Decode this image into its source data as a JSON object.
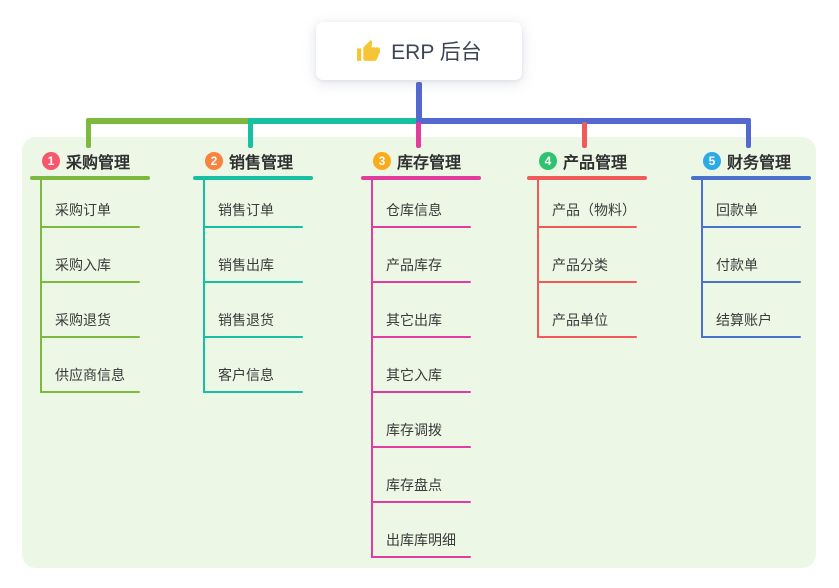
{
  "root": {
    "title": "ERP 后台",
    "icon": "thumbs-up-icon"
  },
  "canvas": {
    "background": "#ffffff",
    "panel_background": "#ecf7e6",
    "stem_color": "#5468d1",
    "thumb_color": "#f7c435"
  },
  "branches": [
    {
      "num": "1",
      "label": "采购管理",
      "color": "#7cb93e",
      "badge_color": "#f5576b",
      "children": [
        "采购订单",
        "采购入库",
        "采购退货",
        "供应商信息"
      ]
    },
    {
      "num": "2",
      "label": "销售管理",
      "color": "#17bfa3",
      "badge_color": "#f8823e",
      "children": [
        "销售订单",
        "销售出库",
        "销售退货",
        "客户信息"
      ]
    },
    {
      "num": "3",
      "label": "库存管理",
      "color": "#e23c9f",
      "badge_color": "#fbab19",
      "children": [
        "仓库信息",
        "产品库存",
        "其它出库",
        "其它入库",
        "库存调拨",
        "库存盘点",
        "出库库明细"
      ]
    },
    {
      "num": "4",
      "label": "产品管理",
      "color": "#f25a5a",
      "badge_color": "#2ec46f",
      "children": [
        "产品（物料）",
        "产品分类",
        "产品单位"
      ]
    },
    {
      "num": "5",
      "label": "财务管理",
      "color": "#4a72cc",
      "badge_color": "#2caae6",
      "children": [
        "回款单",
        "付款单",
        "结算账户"
      ]
    }
  ]
}
